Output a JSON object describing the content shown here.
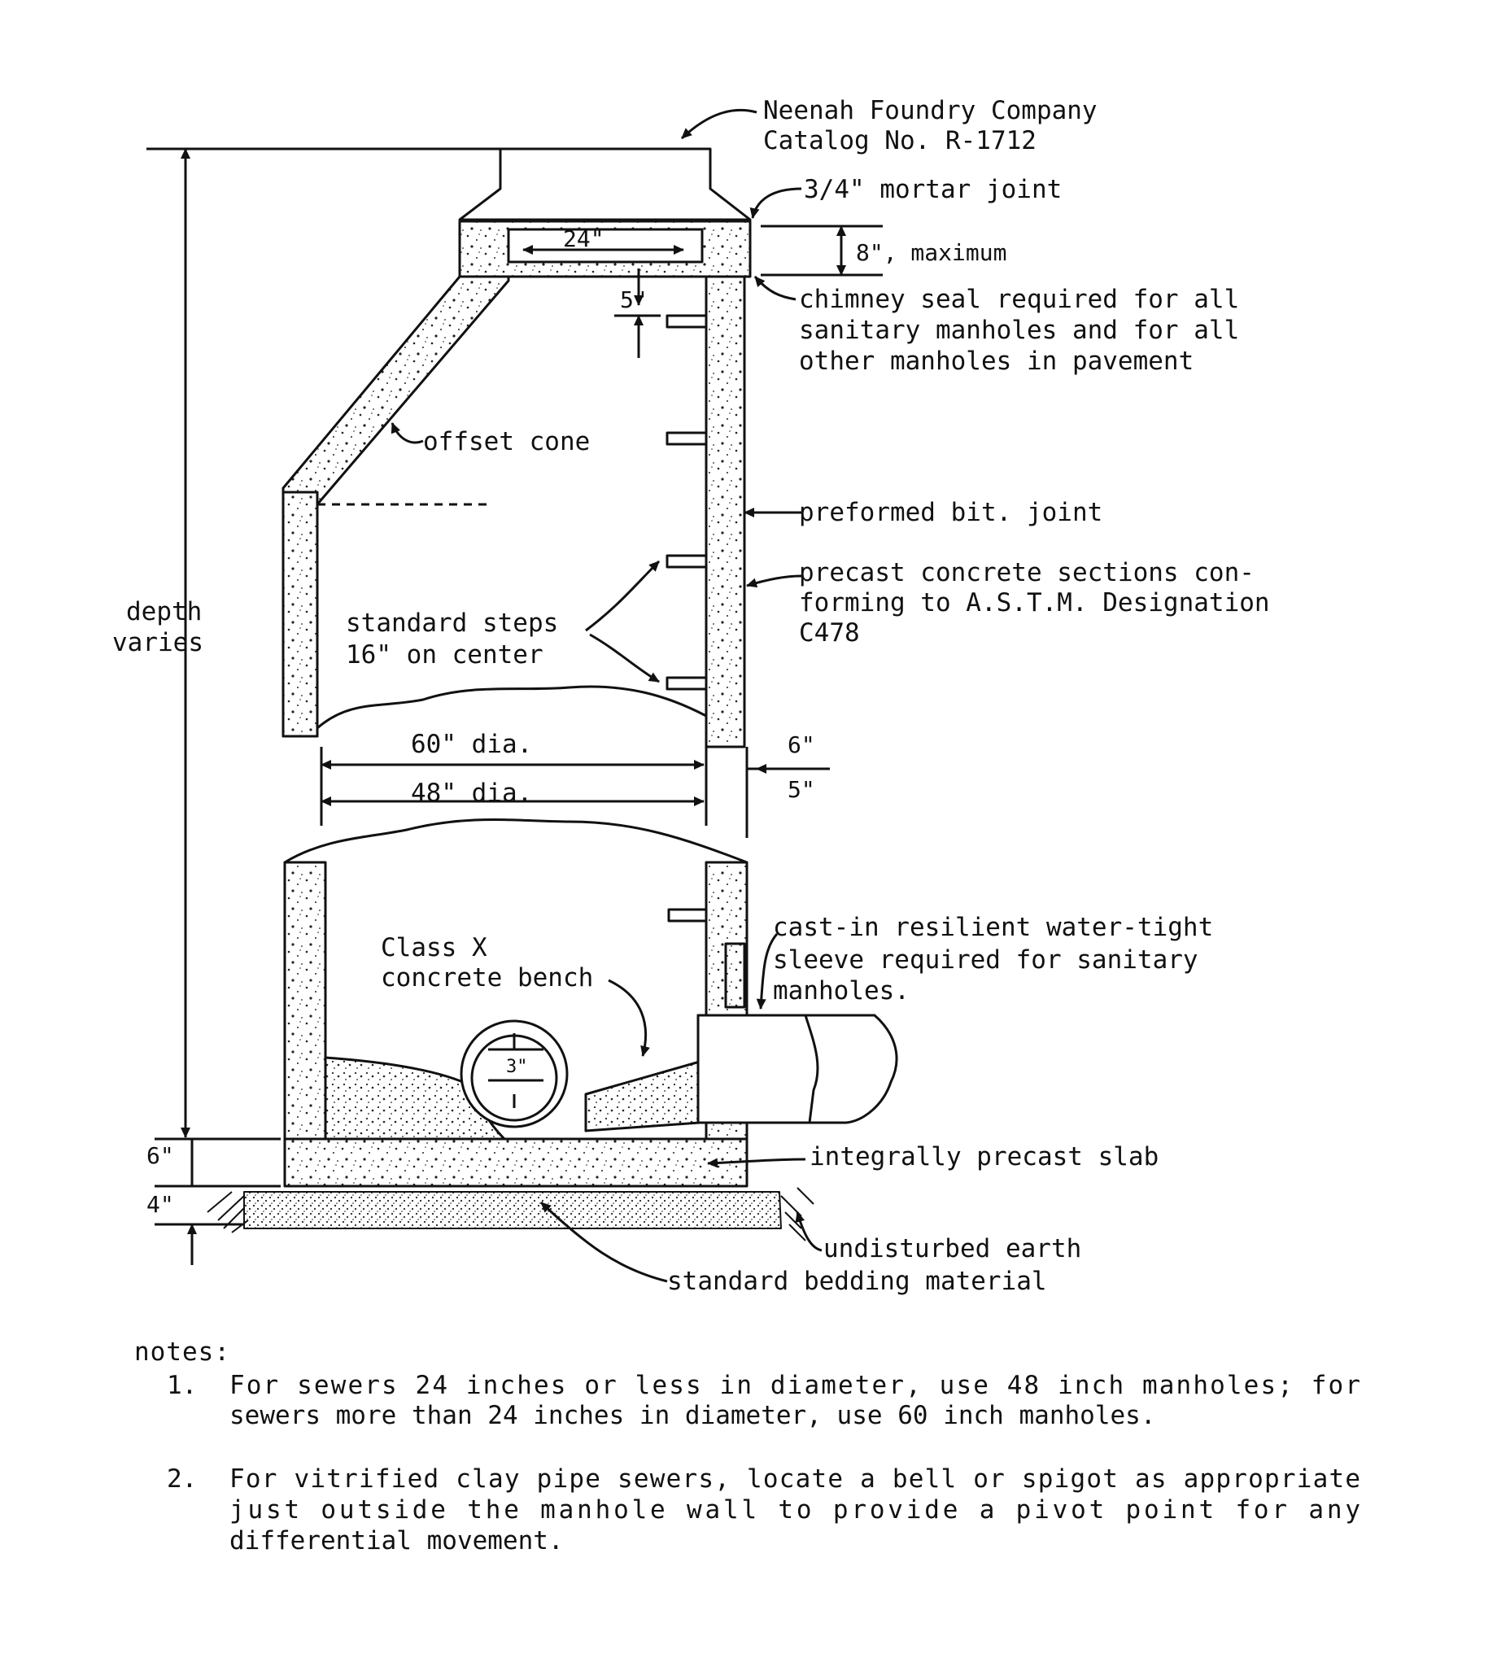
{
  "labels": {
    "manufacturer": "Neenah Foundry Company",
    "catalog": "Catalog No. R-1712",
    "mortar_joint": "3/4\" mortar joint",
    "dim_24": "24\"",
    "dim_8_max": "8\", maximum",
    "chimney_seal": [
      "chimney seal required for all",
      "sanitary manholes and for all",
      "other manholes in pavement"
    ],
    "dim_5_top": "5\"",
    "offset_cone": "offset cone",
    "preformed_joint": "preformed bit. joint",
    "precast_sections": [
      "precast concrete sections con-",
      "forming to A.S.T.M. Designation",
      "C478"
    ],
    "depth_varies": [
      "depth",
      "varies"
    ],
    "standard_steps": [
      "standard steps",
      "16\" on center"
    ],
    "dim_60_dia": "60\" dia.",
    "dim_48_dia": "48\" dia.",
    "dim_6_wall": "6\"",
    "dim_5_wall": "5\"",
    "cast_in_sleeve": [
      "cast-in resilient water-tight",
      "sleeve required for sanitary",
      "manholes."
    ],
    "bench": [
      "Class X",
      "concrete bench"
    ],
    "dim_3": "3\"",
    "dim_6_slab": "6\"",
    "dim_4_bedding": "4\"",
    "precast_slab": "integrally precast slab",
    "undisturbed_earth": "undisturbed earth",
    "bedding_material": "standard bedding material"
  },
  "notes": {
    "heading": "notes:",
    "items": [
      {
        "num": "1.",
        "lines": [
          "For sewers 24 inches or less in diameter, use 48 inch manholes; for",
          "sewers more than 24 inches in diameter, use 60 inch manholes."
        ]
      },
      {
        "num": "2.",
        "lines": [
          "For vitrified clay pipe sewers, locate a bell or spigot as appropriate",
          "just outside the manhole wall to provide a pivot point for any",
          "differential movement."
        ]
      }
    ]
  }
}
